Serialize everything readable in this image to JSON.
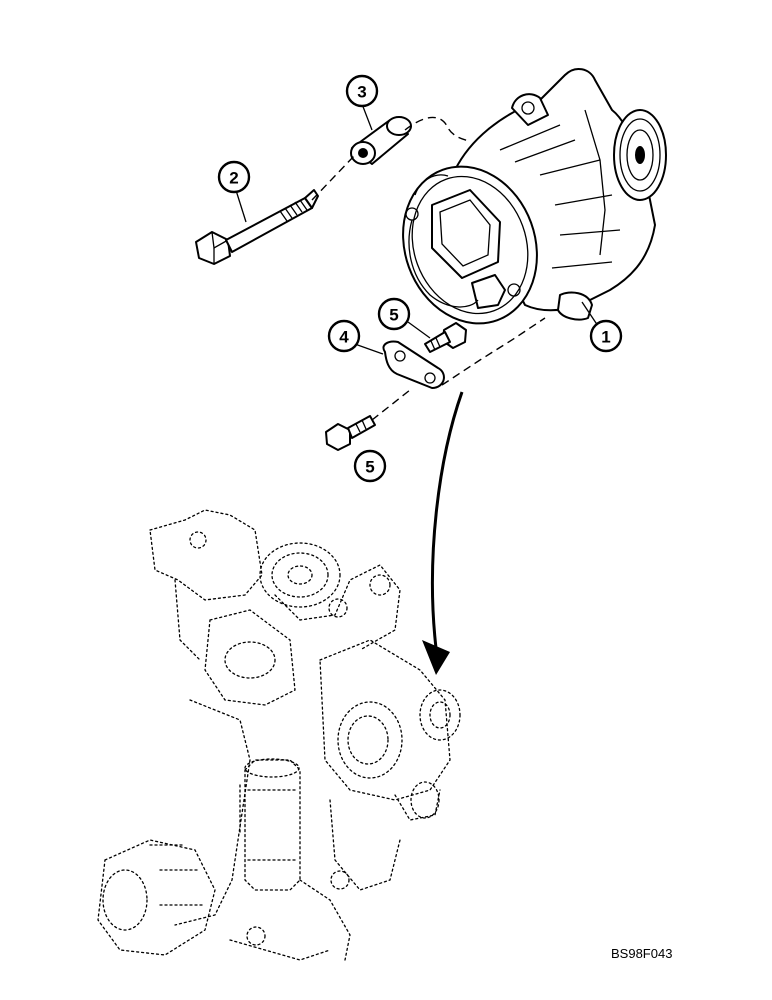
{
  "callouts": [
    {
      "number": "1",
      "part": "alternator"
    },
    {
      "number": "2",
      "part": "bolt"
    },
    {
      "number": "3",
      "part": "spacer"
    },
    {
      "number": "4",
      "part": "plate"
    },
    {
      "number": "5",
      "part": "bolt"
    },
    {
      "number": "5",
      "part": "bolt"
    }
  ],
  "reference_code": "BS98F043"
}
